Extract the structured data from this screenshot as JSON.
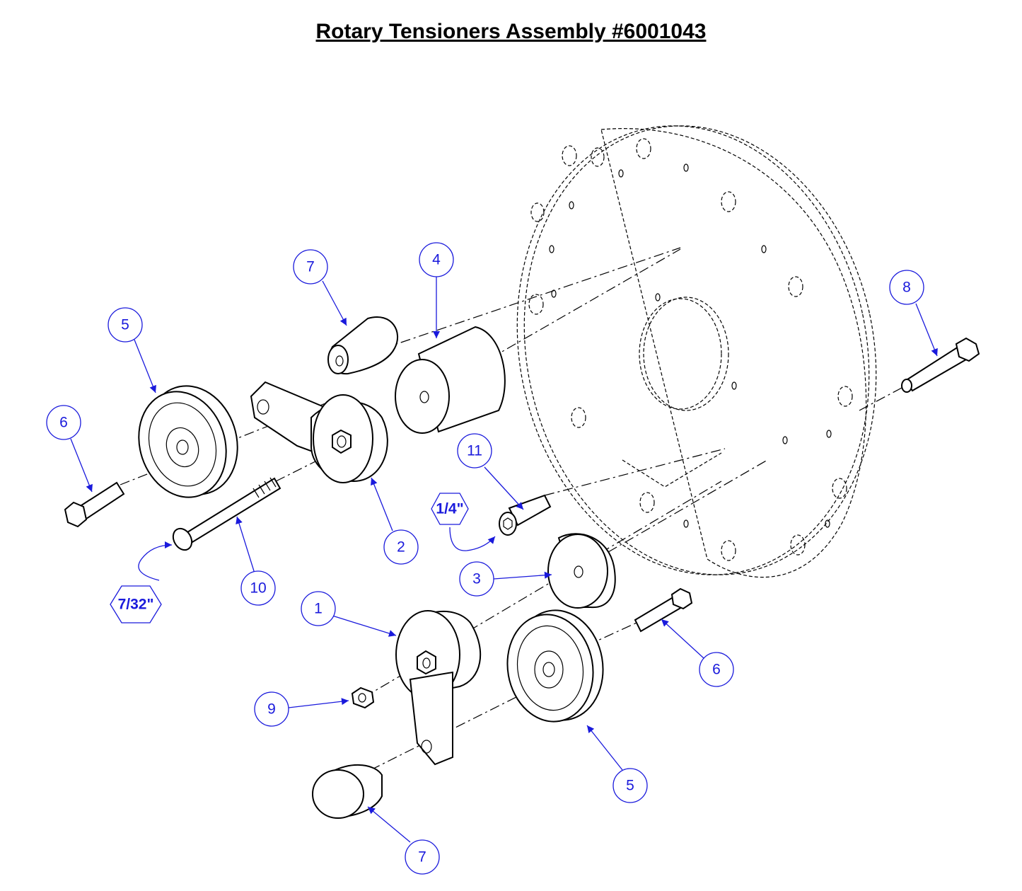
{
  "title": "Rotary Tensioners Assembly #6001043",
  "balloons": [
    "7",
    "4",
    "5",
    "8",
    "6",
    "11",
    "2",
    "1/4\"",
    "10",
    "7/32\"",
    "3",
    "1",
    "9",
    "6",
    "5",
    "7"
  ],
  "colors": {
    "callout": "#1a1adc",
    "line": "#000000"
  }
}
